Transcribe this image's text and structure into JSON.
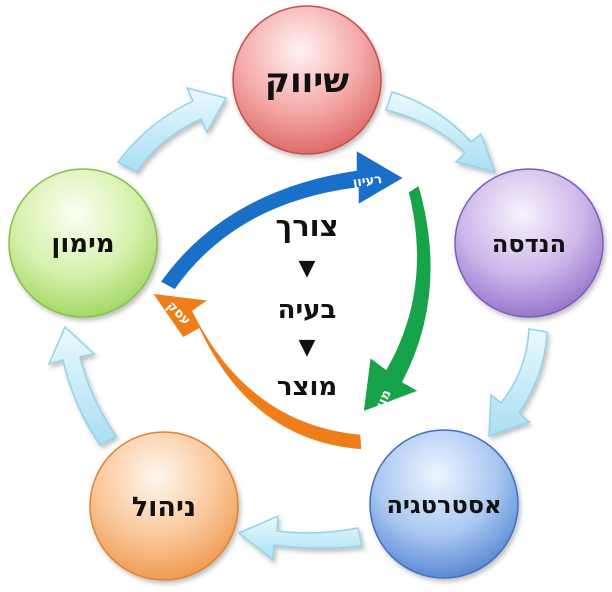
{
  "nodes": {
    "marketing": "שיווק",
    "engineering": "הנדסה",
    "strategy": "אסטרטגיה",
    "management": "ניהול",
    "finance": "מימון"
  },
  "center": {
    "need": "צורך",
    "arrow1": "▼",
    "problem": "בעיה",
    "arrow2": "▼",
    "product": "מוצר"
  },
  "inner_arrows": {
    "idea": "רעיון",
    "product": "מוצר",
    "business": "עסק"
  },
  "colors": {
    "marketing": "#e57373",
    "engineering": "#9575cd",
    "strategy": "#5c8fd6",
    "management": "#f4a261",
    "finance": "#a7dd6a",
    "cycle_arrow": "#bfe9f6",
    "idea_arrow": "#1a6fc9",
    "product_arrow": "#16a34a",
    "business_arrow": "#ef7d1a"
  }
}
